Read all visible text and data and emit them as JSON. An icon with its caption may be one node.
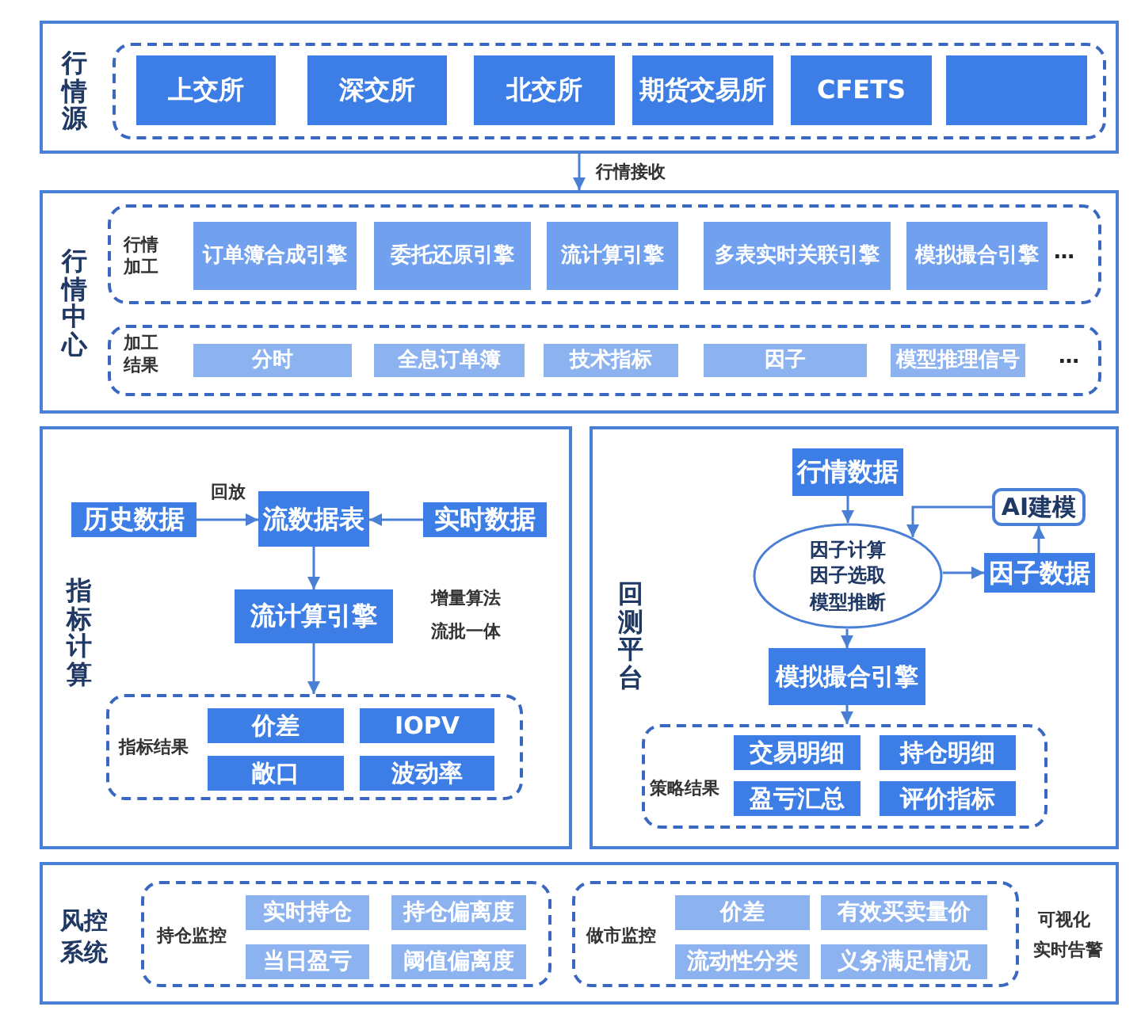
{
  "diagram": {
    "nodes": [
      {
        "text": [
          "行情源"
        ]
      },
      {
        "text": [],
        "shape": "box",
        "in": 0
      },
      {
        "text": [
          "上交所"
        ],
        "in": 1
      },
      {
        "text": [
          "深交所"
        ],
        "in": 1
      },
      {
        "text": [
          "北交所"
        ],
        "in": 1
      },
      {
        "text": [
          "期货交易所"
        ],
        "in": 1
      },
      {
        "text": [
          "CFETS"
        ],
        "in": 1
      },
      {
        "text": [],
        "shape": "box",
        "in": 1
      },
      {
        "text": [
          "行情中心"
        ]
      },
      {
        "text": [
          "行情加工",
          "…"
        ],
        "in": 8
      },
      {
        "text": [
          "订单簿合成引擎"
        ],
        "in": 9
      },
      {
        "text": [
          "委托还原引擎"
        ],
        "in": 9
      },
      {
        "text": [
          "流计算引擎"
        ],
        "in": 9
      },
      {
        "text": [
          "多表实时关联引擎"
        ],
        "in": 9
      },
      {
        "text": [
          "模拟撮合引擎"
        ],
        "in": 9
      },
      {
        "text": [
          "加工结果",
          "…"
        ],
        "in": 8
      },
      {
        "text": [
          "分时"
        ],
        "in": 15
      },
      {
        "text": [
          "全息订单簿"
        ],
        "in": 15
      },
      {
        "text": [
          "技术指标"
        ],
        "in": 15
      },
      {
        "text": [
          "因子"
        ],
        "in": 15
      },
      {
        "text": [
          "模型推理信号"
        ],
        "in": 15
      },
      {
        "text": [
          "指标计算"
        ]
      },
      {
        "text": [
          "历史数据"
        ],
        "in": 21
      },
      {
        "text": [
          "流数据表"
        ],
        "in": 21
      },
      {
        "text": [
          "实时数据"
        ],
        "in": 21
      },
      {
        "text": [
          "流计算引擎"
        ],
        "in": 21,
        "beside": [
          "增量算法",
          "流批一体"
        ]
      },
      {
        "text": [
          "指标结果"
        ],
        "in": 21
      },
      {
        "text": [
          "价差"
        ],
        "in": 26
      },
      {
        "text": [
          "IOPV"
        ],
        "in": 26
      },
      {
        "text": [
          "敞口"
        ],
        "in": 26
      },
      {
        "text": [
          "波动率"
        ],
        "in": 26
      },
      {
        "text": [
          "回测平台"
        ]
      },
      {
        "text": [
          "行情数据"
        ],
        "in": 31
      },
      {
        "text": [
          "AI建模"
        ],
        "in": 31
      },
      {
        "text": [
          "因子计算",
          "因子选取",
          "模型推断"
        ],
        "in": 31
      },
      {
        "text": [
          "因子数据"
        ],
        "in": 31
      },
      {
        "text": [
          "模拟撮合引擎"
        ],
        "in": 31
      },
      {
        "text": [
          "策略结果"
        ],
        "in": 31
      },
      {
        "text": [
          "交易明细"
        ],
        "in": 37
      },
      {
        "text": [
          "持仓明细"
        ],
        "in": 37
      },
      {
        "text": [
          "盈亏汇总"
        ],
        "in": 37
      },
      {
        "text": [
          "评价指标"
        ],
        "in": 37
      },
      {
        "text": [
          "风控系统",
          "可视化",
          "实时告警"
        ]
      },
      {
        "text": [
          "持仓监控"
        ],
        "in": 42
      },
      {
        "text": [
          "实时持仓"
        ],
        "in": 43
      },
      {
        "text": [
          "持仓偏离度"
        ],
        "in": 43
      },
      {
        "text": [
          "当日盈亏"
        ],
        "in": 43
      },
      {
        "text": [
          "阈值偏离度"
        ],
        "in": 43
      },
      {
        "text": [
          "做市监控"
        ],
        "in": 42
      },
      {
        "text": [
          "价差"
        ],
        "in": 48
      },
      {
        "text": [
          "有效买卖量价"
        ],
        "in": 48
      },
      {
        "text": [
          "流动性分类"
        ],
        "in": 48
      },
      {
        "text": [
          "义务满足情况"
        ],
        "in": 48
      }
    ],
    "edges": [
      {
        "from": 0,
        "to": 8,
        "arrow": "to",
        "label": "行情接收"
      },
      {
        "from": 22,
        "to": 23,
        "arrow": "to",
        "label": "回放"
      },
      {
        "from": 24,
        "to": 23,
        "arrow": "to"
      },
      {
        "from": 23,
        "to": 25,
        "arrow": "to"
      },
      {
        "from": 25,
        "to": 26,
        "arrow": "to"
      },
      {
        "from": 32,
        "to": 34,
        "arrow": "to"
      },
      {
        "from": 34,
        "to": 35,
        "arrow": "to"
      },
      {
        "from": 35,
        "to": 33,
        "arrow": "to"
      },
      {
        "from": 33,
        "to": 34,
        "arrow": "to"
      },
      {
        "from": 34,
        "to": 36,
        "arrow": "to"
      },
      {
        "from": 36,
        "to": 37,
        "arrow": "to"
      }
    ]
  }
}
